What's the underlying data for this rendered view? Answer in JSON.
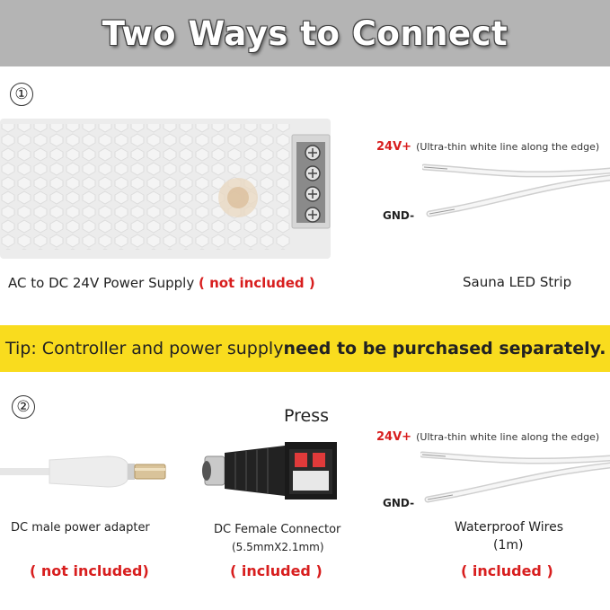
{
  "title": "Two Ways to Connect",
  "colors": {
    "banner": "#b4b4b4",
    "tip_bar": "#f9dc1e",
    "accent_red": "#d81e1e"
  },
  "section1": {
    "number": "①",
    "power_supply_label": "AC to DC 24V Power Supply",
    "power_supply_status": "( not included )",
    "positive_label": "24V+",
    "positive_note": "(Ultra-thin white line along the edge)",
    "ground_label": "GND-",
    "strip_label": "Sauna LED Strip"
  },
  "tip": {
    "prefix": "Tip: Controller and power supply ",
    "emphasis": "need to be purchased separately."
  },
  "section2": {
    "number": "②",
    "press_label": "Press",
    "adapter_label": "DC male power adapter",
    "adapter_status": "( not included)",
    "connector_label": "DC Female Connector",
    "connector_spec": "(5.5mmX2.1mm)",
    "connector_status": "( included )",
    "positive_label": "24V+",
    "positive_note": "(Ultra-thin white line along the edge)",
    "ground_label": "GND-",
    "wires_label": "Waterproof Wires",
    "wires_length": "(1m)",
    "wires_status": "( included )"
  },
  "icons": [
    "power-supply-icon",
    "terminal-screw-icon",
    "wire-icon",
    "dc-plug-icon",
    "dc-female-connector-icon"
  ]
}
